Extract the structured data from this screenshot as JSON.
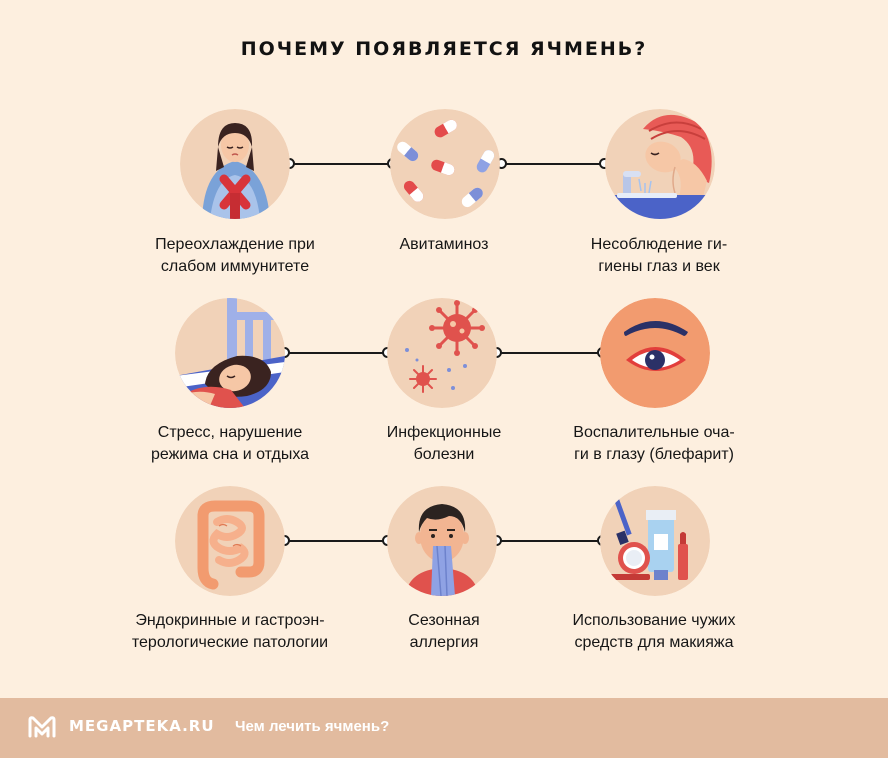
{
  "title": "ПОЧЕМУ ПОЯВЛЯЕТСЯ ЯЧМЕНЬ?",
  "causes": [
    {
      "icon": "cold-person-icon",
      "lines": [
        "Переохлаждение при",
        "слабом иммунитете"
      ]
    },
    {
      "icon": "pills-icon",
      "lines": [
        "Авитаминоз"
      ]
    },
    {
      "icon": "face-washing-icon",
      "lines": [
        "Несоблюдение ги-",
        "гиены глаз и век"
      ]
    },
    {
      "icon": "sleeping-person-icon",
      "lines": [
        "Стресс, нарушение",
        "режима сна и отдыха"
      ]
    },
    {
      "icon": "virus-icon",
      "lines": [
        "Инфекционные",
        "болезни"
      ]
    },
    {
      "icon": "inflamed-eye-icon",
      "lines": [
        "Воспалительные оча-",
        "ги в глазу (блефарит)"
      ]
    },
    {
      "icon": "intestines-icon",
      "lines": [
        "Эндокринные и гастроэн-",
        "терологические патологии"
      ]
    },
    {
      "icon": "allergy-person-icon",
      "lines": [
        "Сезонная",
        "аллергия"
      ]
    },
    {
      "icon": "makeup-icon",
      "lines": [
        "Использование чужих",
        "средств для макияжа"
      ]
    }
  ],
  "footer": {
    "brand": "MEGAPTEKA.RU",
    "link": "Чем лечить ячмень?"
  },
  "colors": {
    "background": "#fdefdf",
    "circle": "#f1d2b8",
    "footer": "#e2bb9f",
    "accent": "#e0524d"
  }
}
